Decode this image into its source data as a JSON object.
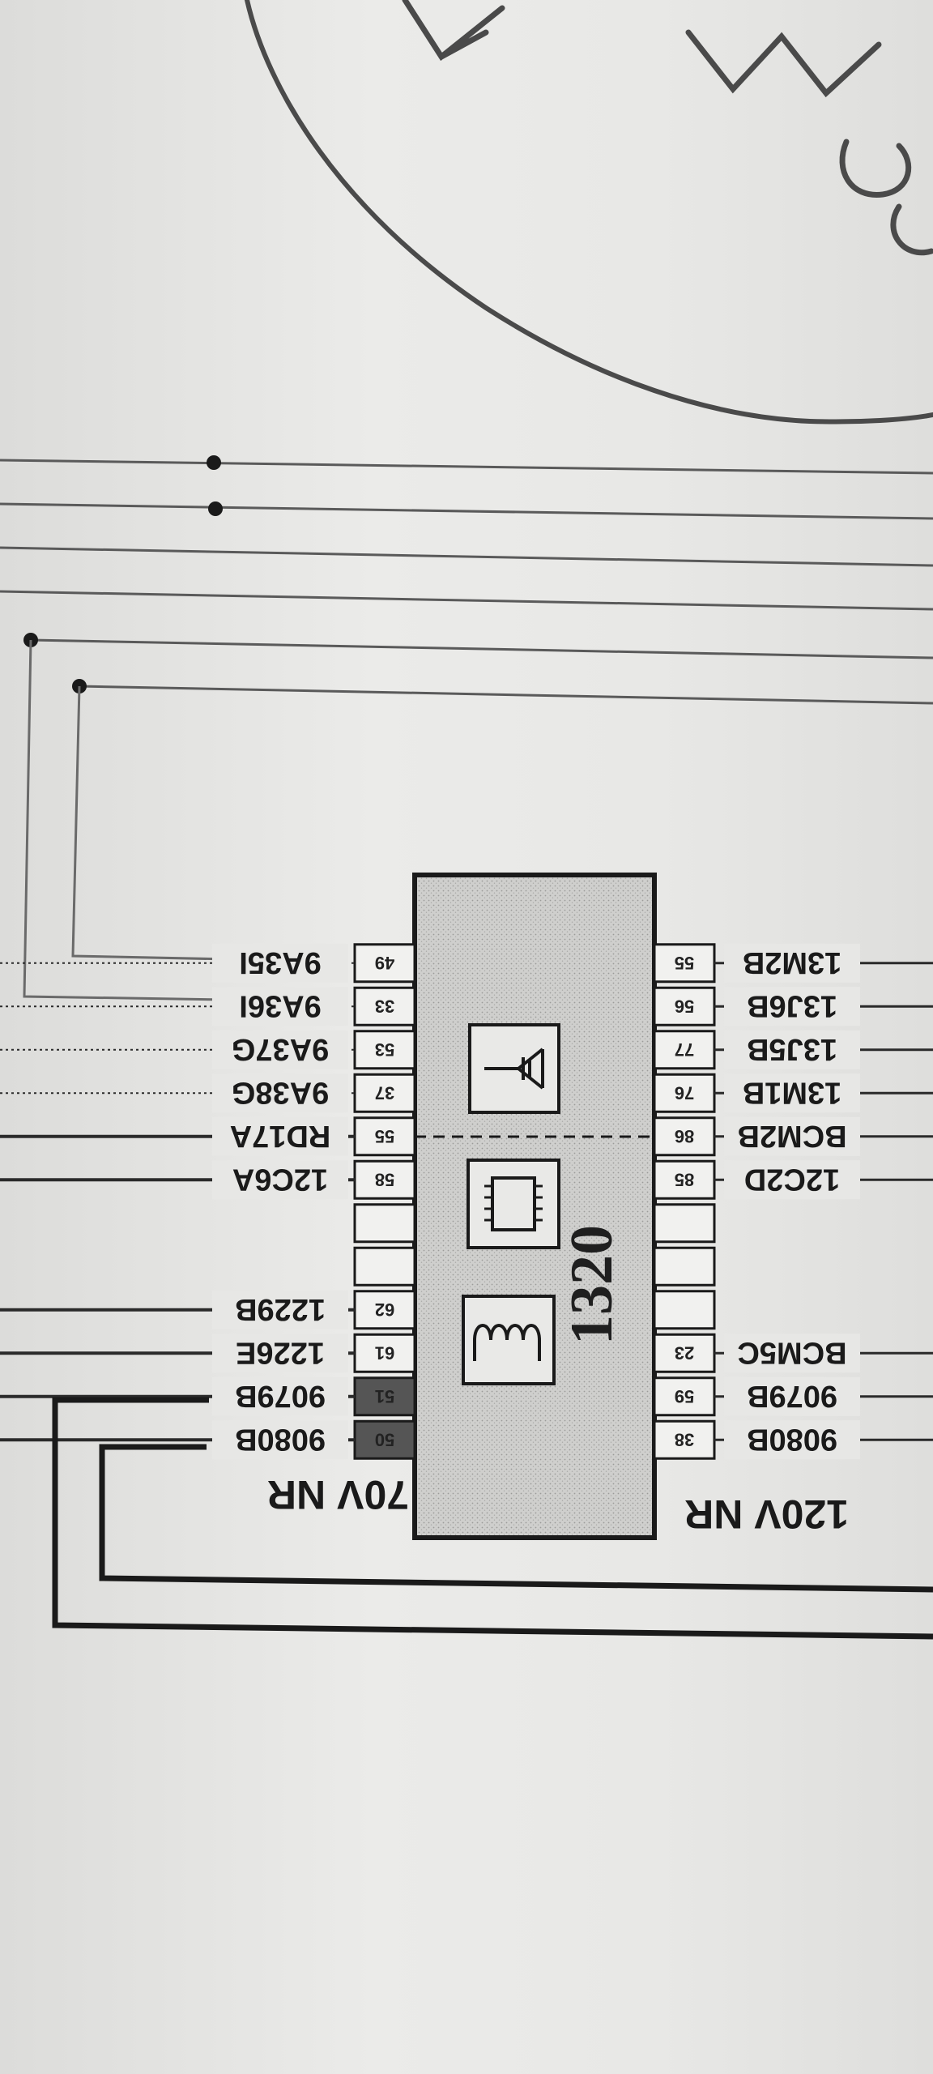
{
  "module": {
    "number": "1320",
    "left_group_label": "70V NR",
    "right_group_label": "120V NR"
  },
  "left_connector": {
    "pins": [
      {
        "pin": "49",
        "wire": "9A35I"
      },
      {
        "pin": "33",
        "wire": "9A36I"
      },
      {
        "pin": "53",
        "wire": "9A37G"
      },
      {
        "pin": "37",
        "wire": "9A38G"
      },
      {
        "pin": "55",
        "wire": "RD17A"
      },
      {
        "pin": "58",
        "wire": "12C6A"
      },
      {
        "pin": "",
        "wire": ""
      },
      {
        "pin": "",
        "wire": ""
      },
      {
        "pin": "62",
        "wire": "1229B"
      },
      {
        "pin": "61",
        "wire": "1226E"
      },
      {
        "pin": "51",
        "wire": "9079B"
      },
      {
        "pin": "50",
        "wire": "9080B"
      }
    ]
  },
  "right_connector": {
    "pins": [
      {
        "pin": "55",
        "wire": "13M2B"
      },
      {
        "pin": "56",
        "wire": "13J6B"
      },
      {
        "pin": "77",
        "wire": "13J5B"
      },
      {
        "pin": "76",
        "wire": "13M1B"
      },
      {
        "pin": "86",
        "wire": "BCM2B"
      },
      {
        "pin": "85",
        "wire": "12C2D"
      },
      {
        "pin": "",
        "wire": ""
      },
      {
        "pin": "",
        "wire": ""
      },
      {
        "pin": "",
        "wire": ""
      },
      {
        "pin": "23",
        "wire": "BCM5C"
      },
      {
        "pin": "59",
        "wire": "9079B"
      },
      {
        "pin": "38",
        "wire": "9080B"
      }
    ]
  },
  "symbols": [
    "antenna-icon",
    "chip-icon",
    "coil-icon"
  ],
  "colors": {
    "ink": "#1f1f1f",
    "paper": "#e6e6e4",
    "module_fill": "#c9c9c7",
    "dark_pin": "#555555"
  }
}
